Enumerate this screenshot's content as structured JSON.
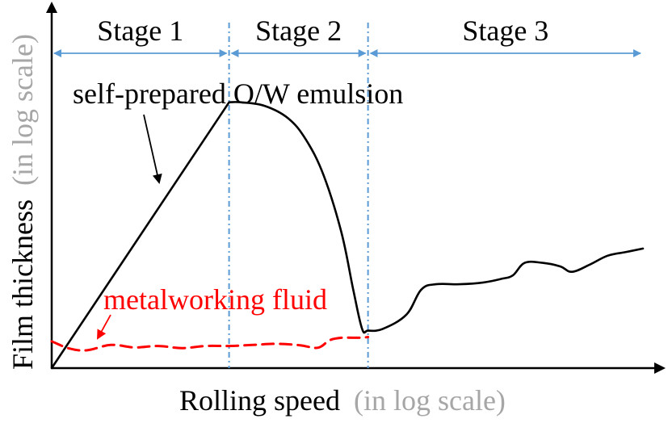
{
  "chart_data": {
    "type": "line",
    "title": "",
    "xlabel": {
      "main": "Rolling speed",
      "qualifier": "(in log scale)"
    },
    "ylabel": {
      "main": "Film thickness",
      "qualifier": "(in log scale)"
    },
    "x_scale": "log",
    "y_scale": "log",
    "ticks_shown": false,
    "grid": false,
    "xlim": [
      0,
      1
    ],
    "ylim": [
      0,
      1
    ],
    "stages": [
      {
        "label": "Stage 1",
        "x_start": 0.0,
        "x_end": 0.3
      },
      {
        "label": "Stage 2",
        "x_start": 0.3,
        "x_end": 0.535
      },
      {
        "label": "Stage 3",
        "x_start": 0.535,
        "x_end": 1.0
      }
    ],
    "series": [
      {
        "name": "self-prepared O/W emulsion",
        "color": "#000000",
        "style": "solid",
        "x": [
          0.0,
          0.3,
          0.32,
          0.36,
          0.4,
          0.43,
          0.46,
          0.49,
          0.51,
          0.525,
          0.535,
          0.56,
          0.6,
          0.625,
          0.65,
          0.69,
          0.73,
          0.76,
          0.78,
          0.8,
          0.83,
          0.86,
          0.88,
          0.91,
          0.94,
          0.97,
          1.0
        ],
        "y": [
          0.0,
          0.745,
          0.745,
          0.735,
          0.7,
          0.64,
          0.54,
          0.38,
          0.22,
          0.11,
          0.105,
          0.11,
          0.15,
          0.22,
          0.235,
          0.235,
          0.24,
          0.25,
          0.26,
          0.295,
          0.295,
          0.285,
          0.27,
          0.29,
          0.315,
          0.325,
          0.335
        ]
      },
      {
        "name": "metalworking fluid",
        "color": "#ff0000",
        "style": "dashed",
        "x": [
          0.0,
          0.03,
          0.06,
          0.1,
          0.14,
          0.18,
          0.22,
          0.26,
          0.3,
          0.34,
          0.38,
          0.42,
          0.45,
          0.47,
          0.49,
          0.52,
          0.535
        ],
        "y": [
          0.075,
          0.055,
          0.05,
          0.065,
          0.058,
          0.062,
          0.056,
          0.062,
          0.062,
          0.065,
          0.068,
          0.064,
          0.057,
          0.078,
          0.085,
          0.085,
          0.087
        ]
      }
    ],
    "annotations": [
      {
        "text": "self-prepared O/W emulsion",
        "color": "#000000"
      },
      {
        "text": "metalworking fluid",
        "color": "#ff0000"
      }
    ]
  },
  "colors": {
    "axis": "#000000",
    "stage_divider": "#5b9bd5",
    "stage_arrow": "#5b9bd5",
    "qualifier_text": "#a6a6a6"
  }
}
